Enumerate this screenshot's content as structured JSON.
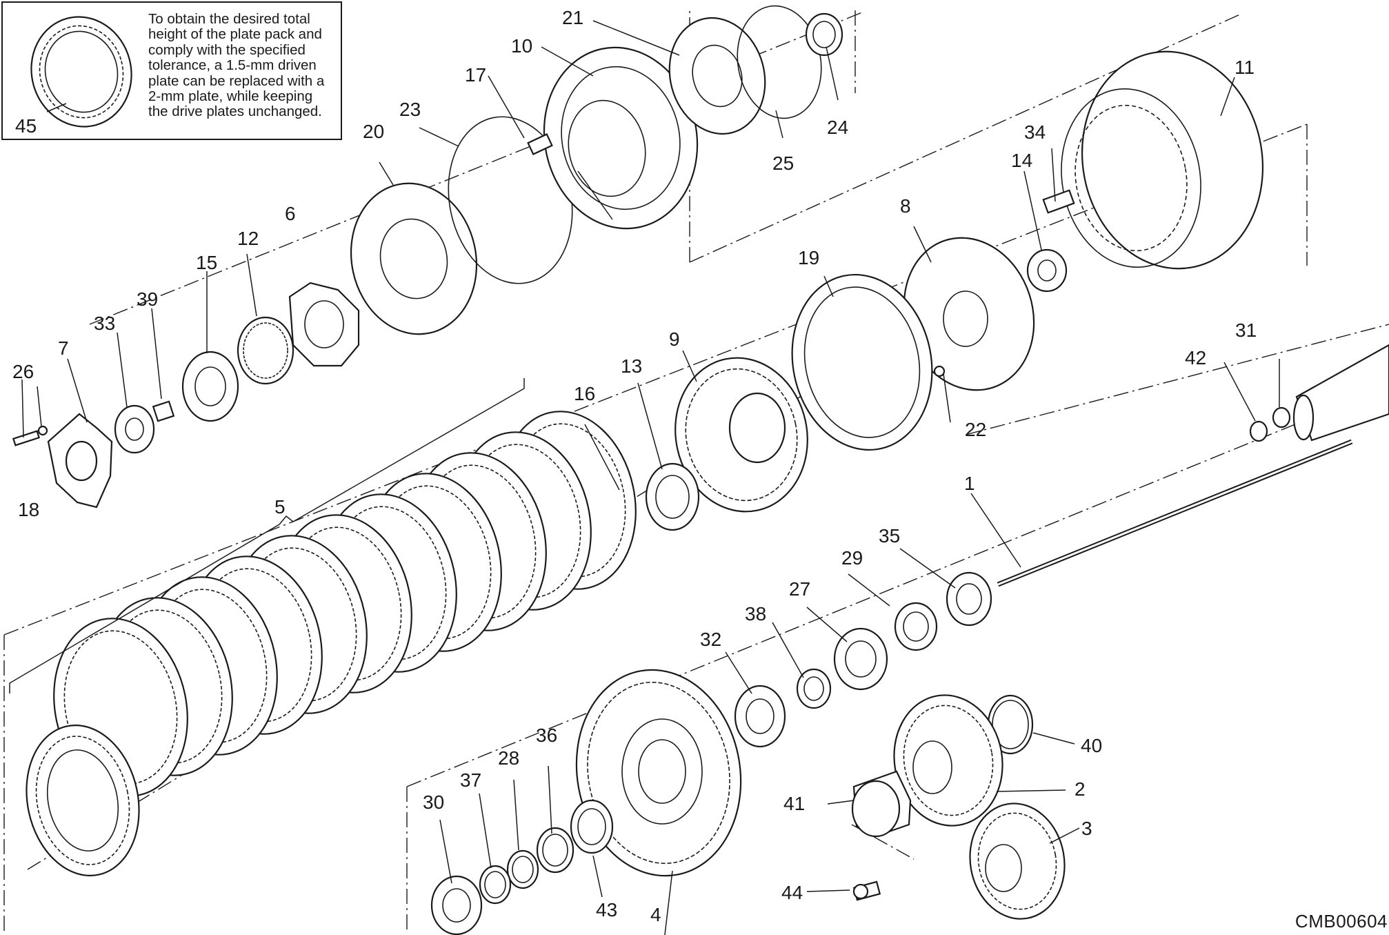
{
  "note": {
    "lines": [
      "To obtain the desired total",
      "height of the plate pack and",
      "comply with the specified",
      "tolerance, a 1.5-mm driven",
      "plate can be replaced with a",
      "2-mm plate, while keeping",
      "the drive plates unchanged."
    ],
    "part_number": "45"
  },
  "drawing_code": "CMB00604",
  "callouts": [
    "1",
    "2",
    "3",
    "4",
    "5",
    "6",
    "7",
    "8",
    "9",
    "10",
    "11",
    "12",
    "13",
    "14",
    "15",
    "16",
    "17",
    "18",
    "19",
    "20",
    "21",
    "22",
    "23",
    "24",
    "25",
    "26",
    "27",
    "28",
    "29",
    "30",
    "31",
    "32",
    "33",
    "34",
    "35",
    "36",
    "37",
    "38",
    "39",
    "40",
    "41",
    "42",
    "43",
    "44"
  ]
}
